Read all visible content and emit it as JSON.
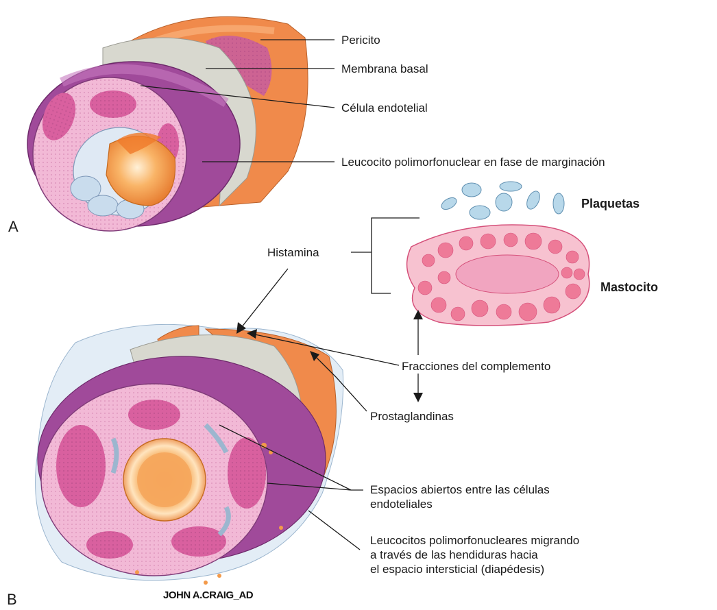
{
  "panel_a": {
    "letter": "A",
    "labels": {
      "pericito": "Pericito",
      "membrana_basal": "Membrana basal",
      "celula_endotelial": "Célula endotelial",
      "leucocito": "Leucocito polimorfonuclear en fase de marginación"
    }
  },
  "panel_b": {
    "letter": "B",
    "labels": {
      "plaquetas": "Plaquetas",
      "histamina": "Histamina",
      "mastocito": "Mastocito",
      "fracciones": "Fracciones del complemento",
      "prostaglandinas": "Prostaglandinas",
      "espacios_line1": "Espacios abiertos entre las células",
      "espacios_line2": "endoteliales",
      "leucocitos_line1": "Leucocitos polimorfonucleares migrando",
      "leucocitos_line2": "a través de las hendiduras hacia",
      "leucocitos_line3": "el espacio intersticial (diapédesis)"
    }
  },
  "signature": "JOHN A.CRAIG_AD",
  "colors": {
    "pericyte": "#f08a4b",
    "basement_membrane": "#d8d8cf",
    "endothelial": "#a04a9a",
    "endothelial_inner": "#f2b9d6",
    "nucleus": "#d9609f",
    "leukocyte": "#f6a14f",
    "platelet": "#b8d8ea",
    "mast_cell": "#f49bb3",
    "ink": "#1a1a1a"
  }
}
